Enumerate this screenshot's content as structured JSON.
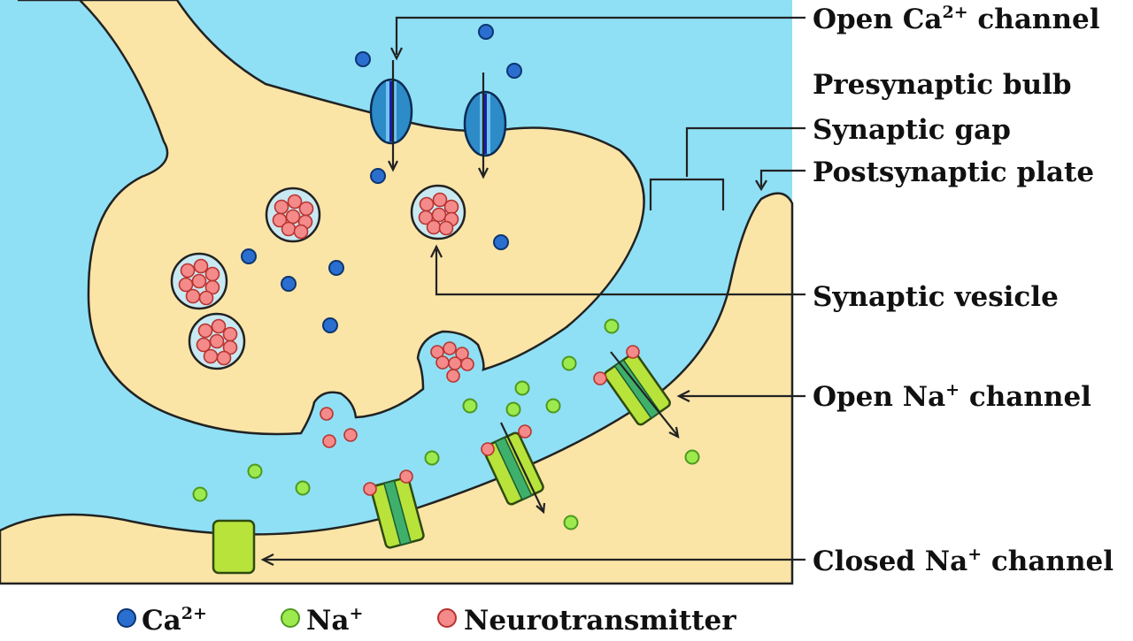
{
  "labels": {
    "open_ca": {
      "main": "Open Ca",
      "sup": "2+",
      "tail": " channel"
    },
    "presynaptic": "Presynaptic bulb",
    "gap": "Synaptic gap",
    "postsynaptic": "Postsynaptic plate",
    "vesicle": "Synaptic vesicle",
    "open_na": {
      "main": "Open Na",
      "sup": "+",
      "tail": " channel"
    },
    "closed_na": {
      "main": "Closed Na",
      "sup": "+",
      "tail": " channel"
    }
  },
  "legend": {
    "ca": {
      "main": "Ca",
      "sup": "2+"
    },
    "na": {
      "main": "Na",
      "sup": "+"
    },
    "nt": "Neurotransmitter"
  },
  "colors": {
    "cleft": "#8FE0F5",
    "cytoplasm": "#FAE5A7",
    "calcium": "#2A6FD0",
    "sodium": "#9CEA4E",
    "neurotransmitter": "#F48A8A",
    "ca_channel": "#2D8BC8",
    "na_channel": "#B7E33B"
  }
}
